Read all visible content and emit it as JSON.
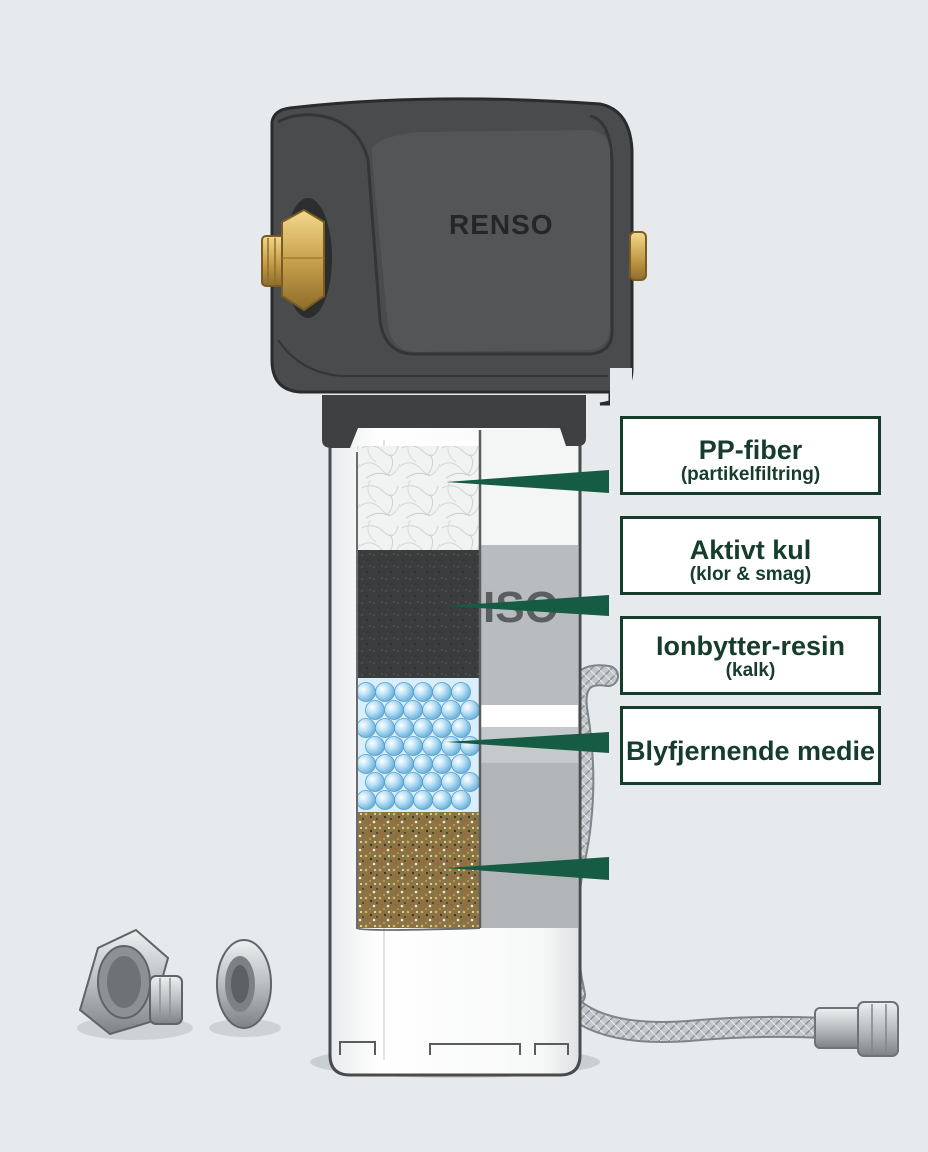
{
  "brand": "RENSO",
  "cartridge_print": "ISO",
  "layers": [
    {
      "title": "PP-fiber",
      "subtitle": "(partikelfiltring)"
    },
    {
      "title": "Aktivt kul",
      "subtitle": "(klor & smag)"
    },
    {
      "title": "Ionbytter-resin",
      "subtitle": "(kalk)"
    },
    {
      "title": "Blyfjernende medie",
      "subtitle": ""
    }
  ],
  "colors": {
    "background": "#e6eaed",
    "housing": "#4a4b4c",
    "label_border": "#163c2c",
    "pointer": "#165c44",
    "resin_bead": "#a9d6f0"
  },
  "icons": [
    "brass-fitting-icon",
    "hex-adapter-icon",
    "reducer-fitting-icon",
    "braided-hose-icon"
  ]
}
